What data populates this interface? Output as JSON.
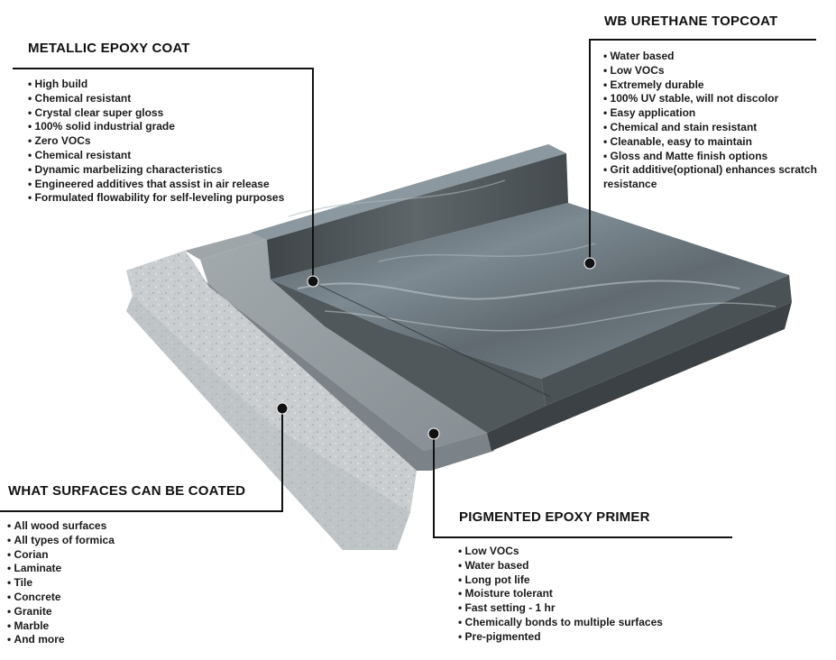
{
  "callouts": {
    "metallic_epoxy_coat": {
      "title": "METALLIC EPOXY COAT",
      "items": [
        "High build",
        "Chemical resistant",
        "Crystal clear super gloss",
        "100% solid industrial grade",
        "Zero VOCs",
        "Chemical resistant",
        "Dynamic marbelizing characteristics",
        "Engineered additives that assist in air release",
        "Formulated flowability for self-leveling purposes"
      ]
    },
    "wb_urethane_topcoat": {
      "title": "WB URETHANE TOPCOAT",
      "items": [
        "Water based",
        "Low VOCs",
        "Extremely durable",
        "100% UV stable, will not discolor",
        "Easy application",
        "Chemical and stain resistant",
        "Cleanable, easy to maintain",
        "Gloss and Matte finish options",
        "Grit additive(optional) enhances scratch resistance"
      ]
    },
    "what_surfaces": {
      "title": "WHAT SURFACES CAN BE COATED",
      "items": [
        "All wood surfaces",
        "All types of formica",
        "Corian",
        "Laminate",
        "Tile",
        "Concrete",
        "Granite",
        "Marble",
        "And more"
      ]
    },
    "pigmented_epoxy_primer": {
      "title": "PIGMENTED EPOXY PRIMER",
      "items": [
        "Low VOCs",
        "Water based",
        "Long pot life",
        "Moisture tolerant",
        "Fast setting - 1 hr",
        "Chemically bonds to multiple surfaces",
        "Pre-pigmented"
      ]
    }
  },
  "colors": {
    "substrate": "#c9cdcf",
    "primer": "#8f979c",
    "marble": "#5a6266",
    "topcoat_marble": "#75828a",
    "leader_line": "#111111"
  }
}
